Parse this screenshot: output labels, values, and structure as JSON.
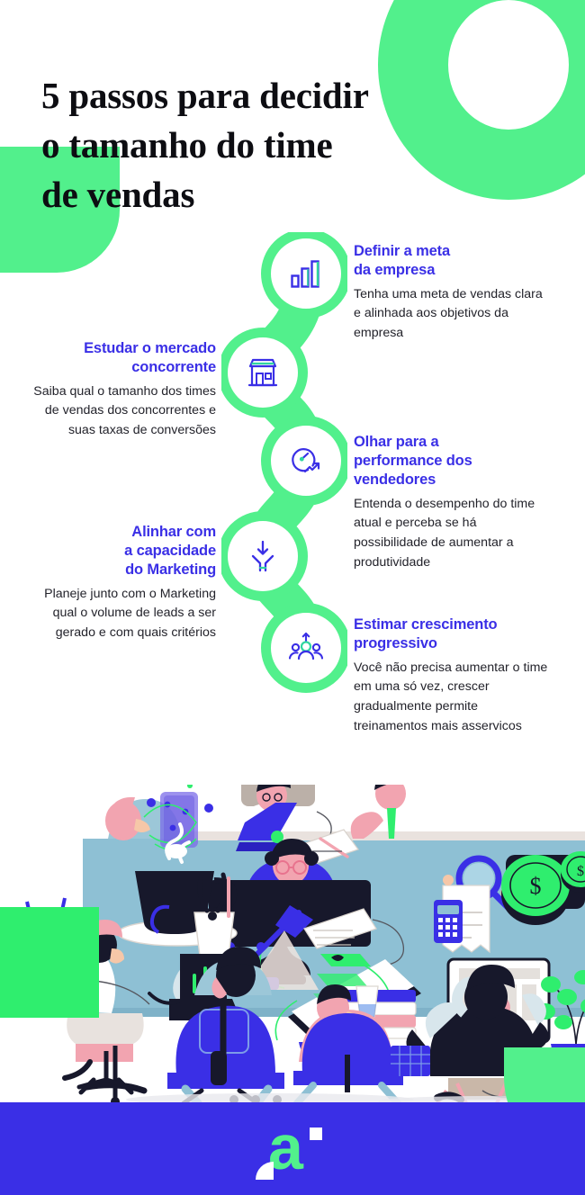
{
  "meta": {
    "title_lines": [
      "5 passos para decidir",
      "o tamanho do time",
      "de vendas"
    ],
    "accent_green": "#52F08C",
    "accent_blue": "#3A2FE6",
    "icon_blue": "#3A2FE6",
    "icon_teal": "#2FD6A0",
    "body_text": "#23232b",
    "footer_bg": "#3A2FE6"
  },
  "steps": [
    {
      "index": 1,
      "icon": "bar-chart-icon",
      "side": "right",
      "heading": "Definir a meta da empresa",
      "heading_lines": [
        "Definir a meta",
        "da empresa"
      ],
      "body": "Tenha uma meta de vendas clara e alinhada aos objetivos da empresa"
    },
    {
      "index": 2,
      "icon": "storefront-icon",
      "side": "left",
      "heading": "Estudar o mercado concorrente",
      "heading_lines": [
        "Estudar o mercado",
        "concorrente"
      ],
      "body": "Saiba qual o tamanho dos times de vendas dos concorrentes e suas taxas de conversões"
    },
    {
      "index": 3,
      "icon": "speedometer-growth-icon",
      "side": "right",
      "heading": "Olhar para a performance dos vendedores",
      "heading_lines": [
        "Olhar para a",
        "performance dos",
        "vendedores"
      ],
      "body": "Entenda o desempenho do time atual e perceba se há possibilidade de aumentar a produtividade"
    },
    {
      "index": 4,
      "icon": "funnel-arrow-icon",
      "side": "left",
      "heading": "Alinhar com a capacidade do Marketing",
      "heading_lines": [
        "Alinhar com",
        "a capacidade",
        "do Marketing"
      ],
      "body": "Planeje junto com o Marketing qual o volume de leads a ser gerado e com quais critérios"
    },
    {
      "index": 5,
      "icon": "team-growth-icon",
      "side": "right",
      "heading": "Estimar crescimento progressivo",
      "heading_lines": [
        "Estimar crescimento",
        "progressivo"
      ],
      "body": "Você não precisa aumentar o time em uma só vez, crescer gradualmente permite treinamentos mais asservicos"
    }
  ],
  "illustration": {
    "name": "office-team-working-illustration",
    "alt": "Equipe trabalhando em uma mesa de escritório com laptops, monitores, café, livros, moedas e plantas"
  },
  "footer": {
    "logo_letter": "a",
    "logo_name": "brand-logo-a"
  }
}
